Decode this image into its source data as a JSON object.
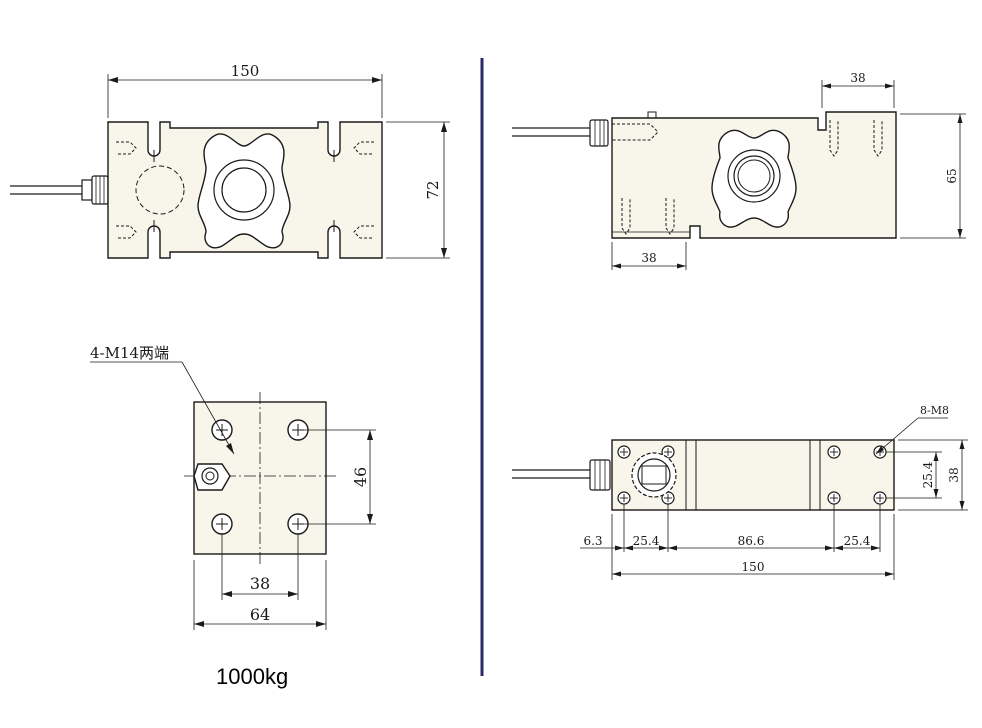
{
  "caption": "1000kg",
  "views": {
    "top_left": {
      "width_label": "150",
      "height_label": "72"
    },
    "bottom_left": {
      "callout_label": "4-M14两端",
      "height_label": "46",
      "inner_width_label": "38",
      "outer_width_label": "64"
    },
    "top_right": {
      "top_label": "38",
      "height_label": "65",
      "bottom_label": "38"
    },
    "bottom_right": {
      "callout_label": "8-M8",
      "inner_height_label": "25.4",
      "outer_height_label": "38",
      "segments": [
        "6.3",
        "25.4",
        "86.6",
        "25.4"
      ],
      "total_label": "150"
    }
  },
  "colors": {
    "divider": "#2a2a6a",
    "body_fill": "#f8f6ea",
    "line": "#1a1a1a"
  }
}
